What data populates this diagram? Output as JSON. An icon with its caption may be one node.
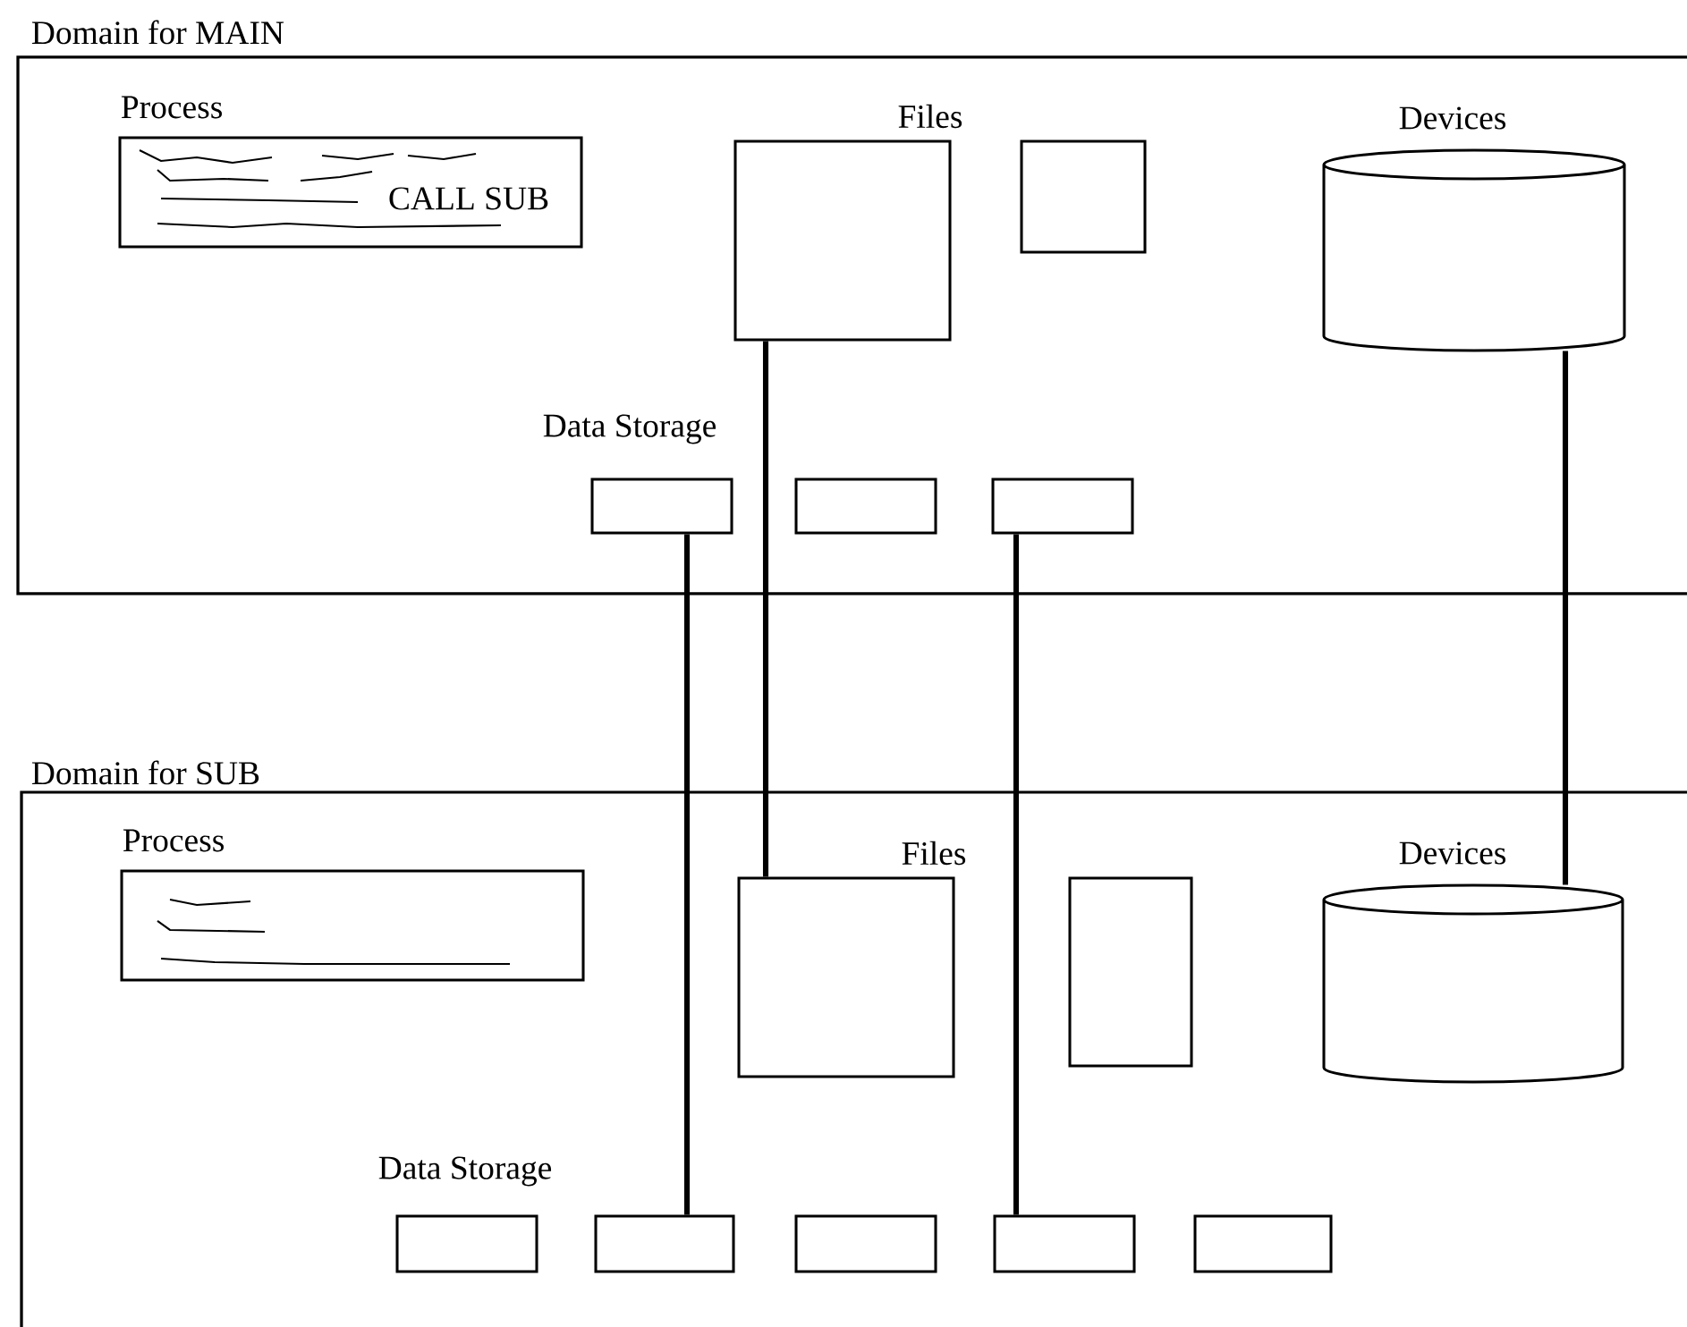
{
  "diagram": {
    "nodes": [
      {
        "text": [
          "Domain for MAIN"
        ]
      },
      {
        "text": [
          "Process",
          "CALL SUB"
        ],
        "in": 0
      },
      {
        "text": [
          "Files"
        ],
        "in": 0
      },
      {
        "text": [],
        "shape": "box",
        "in": 0
      },
      {
        "text": [
          "Devices"
        ],
        "in": 0
      },
      {
        "text": [
          "Data Storage"
        ],
        "in": 0
      },
      {
        "text": [],
        "shape": "box",
        "in": 0
      },
      {
        "text": [],
        "shape": "box",
        "in": 0
      },
      {
        "text": [
          "Domain for SUB"
        ]
      },
      {
        "text": [
          "Process"
        ],
        "in": 8
      },
      {
        "text": [
          "Files"
        ],
        "in": 8
      },
      {
        "text": [],
        "shape": "box",
        "in": 8
      },
      {
        "text": [
          "Devices"
        ],
        "in": 8
      },
      {
        "text": [
          "Data Storage"
        ],
        "in": 8
      },
      {
        "text": [],
        "shape": "box",
        "in": 8
      },
      {
        "text": [],
        "shape": "box",
        "in": 8
      },
      {
        "text": [],
        "shape": "box",
        "in": 8
      },
      {
        "text": [],
        "shape": "box",
        "in": 8
      }
    ],
    "edges": [
      {
        "from": 5,
        "to": 14,
        "arrow": "none"
      },
      {
        "from": 2,
        "to": 10,
        "arrow": "none"
      },
      {
        "from": 7,
        "to": 16,
        "arrow": "none"
      },
      {
        "from": 4,
        "to": 12,
        "arrow": "none"
      }
    ]
  }
}
